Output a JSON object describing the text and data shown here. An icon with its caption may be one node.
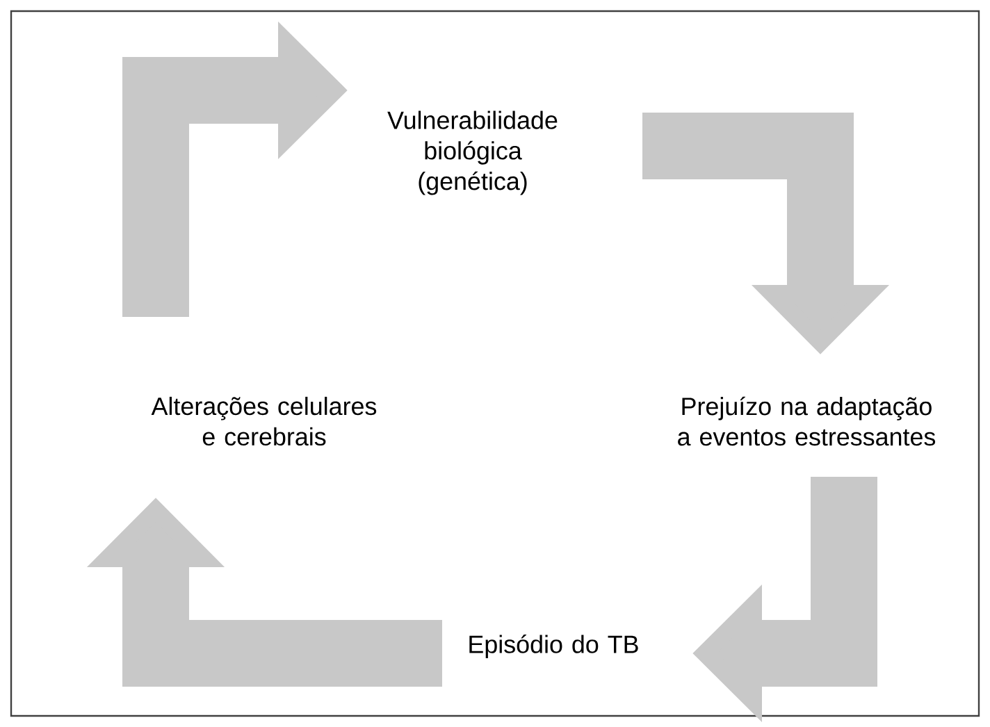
{
  "diagram": {
    "nodes": [
      {
        "text": [
          "Alterações celulares e cerebrais"
        ]
      },
      {
        "text": [
          "Vulnerabilidade biológica (genética)"
        ]
      },
      {
        "text": [
          "Prejuízo na adaptação a eventos estressantes"
        ]
      },
      {
        "text": [
          "Episódio do TB"
        ]
      }
    ],
    "edges": [
      {
        "from": 0,
        "to": 1,
        "arrow": "to"
      },
      {
        "from": 1,
        "to": 2,
        "arrow": "to"
      },
      {
        "from": 2,
        "to": 3,
        "arrow": "to"
      },
      {
        "from": 3,
        "to": 0,
        "arrow": "to"
      }
    ]
  }
}
